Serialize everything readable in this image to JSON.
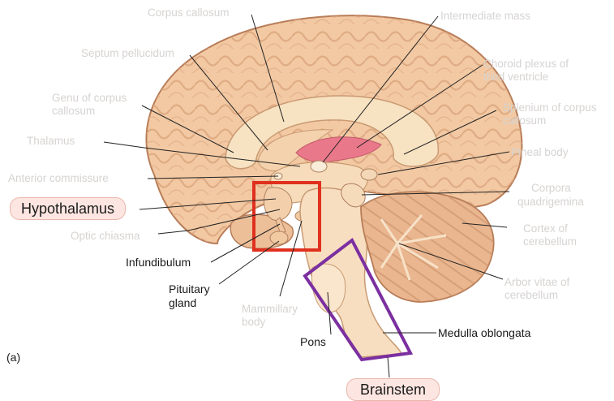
{
  "labels": {
    "corpus_callosum": "Corpus callosum",
    "septum_pellucidum": "Septum pellucidum",
    "genu_1": "Genu of corpus",
    "genu_2": "callosum",
    "thalamus": "Thalamus",
    "anterior_commissure": "Anterior commissure",
    "hypothalamus": "Hypothalamus",
    "optic_chiasma": "Optic chiasma",
    "infundibulum": "Infundibulum",
    "pituitary_1": "Pituitary",
    "pituitary_2": "gland",
    "mammillary_1": "Mammillary",
    "mammillary_2": "body",
    "pons": "Pons",
    "intermediate_mass": "Intermediate mass",
    "choroid_1": "Choroid plexus of",
    "choroid_2": "third ventricle",
    "splenium_1": "Splenium of corpus",
    "splenium_2": "callosum",
    "pineal_body": "Pineal body",
    "corpora_1": "Corpora",
    "corpora_2": "quadrigemina",
    "cortex_1": "Cortex of",
    "cortex_2": "cerebellum",
    "arbor_1": "Arbor vitae of",
    "arbor_2": "cerebellum",
    "medulla": "Medulla oblongata",
    "brainstem": "Brainstem",
    "panel": "(a)"
  },
  "colors": {
    "highlight_box_hypothalamus": "#e0301e",
    "highlight_box_brainstem": "#7b2fa0",
    "label_pill_fill": "#fde6e1",
    "faded_label": "#d6d3d1"
  }
}
